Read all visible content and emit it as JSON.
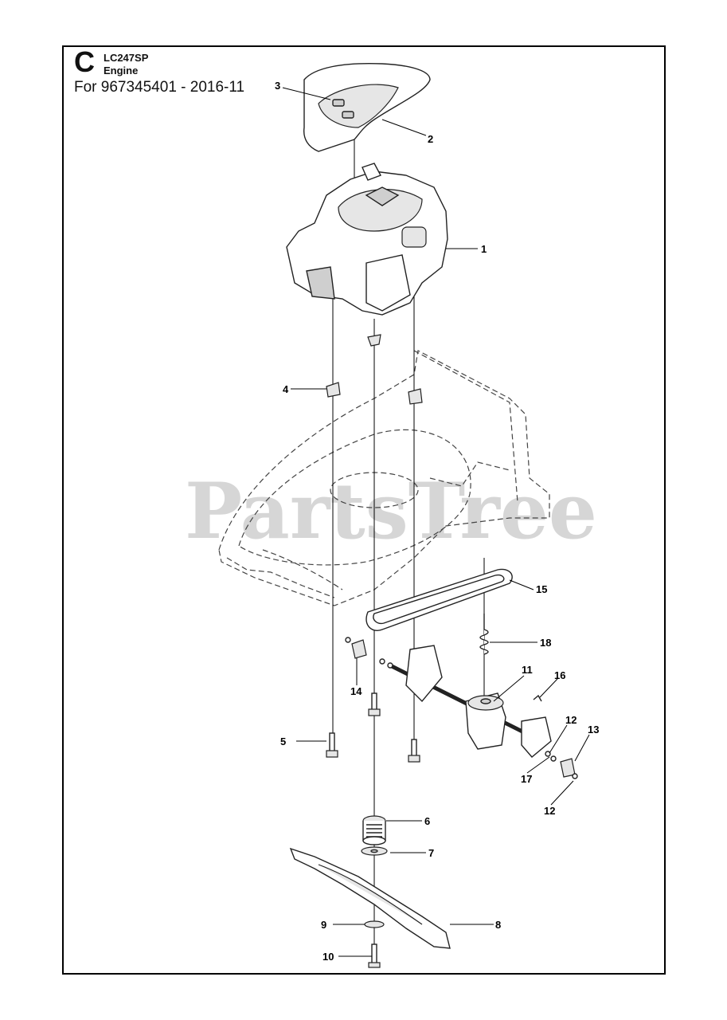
{
  "header": {
    "letter": "C",
    "model": "LC247SP",
    "section": "Engine",
    "serial_line": "For 967345401 - 2016-11"
  },
  "watermark": "PartsTree",
  "callouts": {
    "c1": "1",
    "c2": "2",
    "c3": "3",
    "c4": "4",
    "c5": "5",
    "c6": "6",
    "c7": "7",
    "c8": "8",
    "c9": "9",
    "c10": "10",
    "c11": "11",
    "c12a": "12",
    "c12b": "12",
    "c13": "13",
    "c14": "14",
    "c15": "15",
    "c16": "16",
    "c17": "17",
    "c18": "18"
  }
}
